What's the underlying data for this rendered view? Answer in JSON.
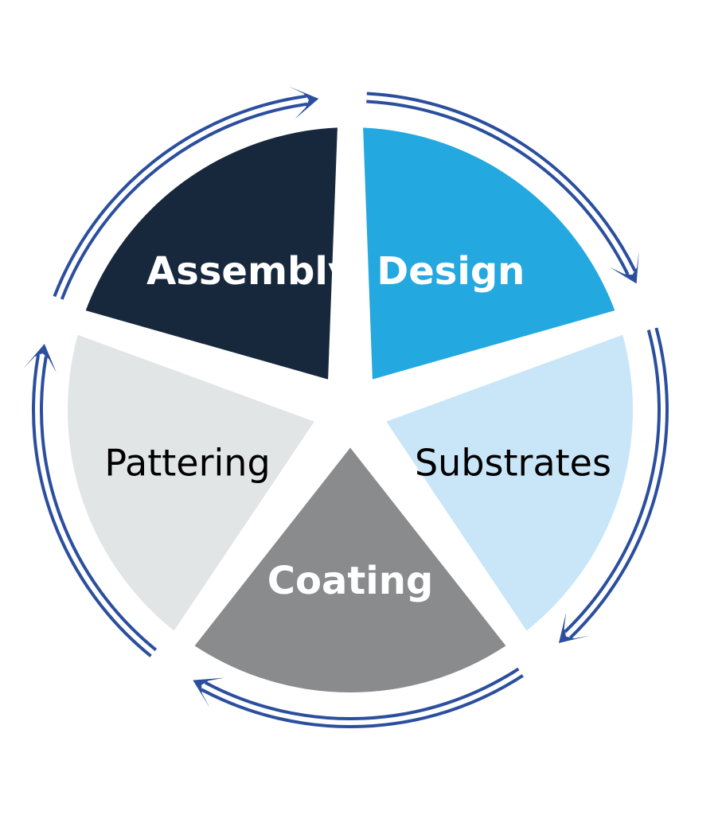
{
  "diagram": {
    "segments": [
      {
        "id": "design",
        "label": "Design",
        "fill": "#24A8E0",
        "text_color": "#FFFFFF",
        "bold": true
      },
      {
        "id": "substrates",
        "label": "Substrates",
        "fill": "#C8E6F8",
        "text_color": "#000000",
        "bold": false
      },
      {
        "id": "coating",
        "label": "Coating",
        "fill": "#8A8B8D",
        "text_color": "#FFFFFF",
        "bold": true
      },
      {
        "id": "pattering",
        "label": "Pattering",
        "fill": "#E1E5E6",
        "text_color": "#000000",
        "bold": false
      },
      {
        "id": "assembly",
        "label": "Assembly",
        "fill": "#17283D",
        "text_color": "#FFFFFF",
        "bold": true
      }
    ],
    "ring_color": "#2B4F9E",
    "arrow_direction": "clockwise"
  }
}
